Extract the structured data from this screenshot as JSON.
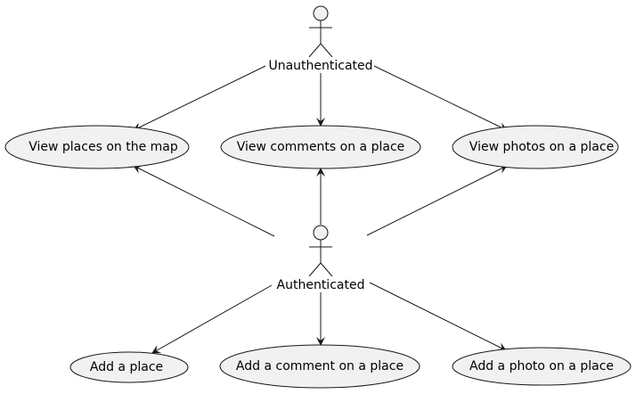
{
  "colors": {
    "usecase_fill": "#f1f1f1",
    "stroke": "#181818",
    "background": "#ffffff"
  },
  "actors": [
    {
      "id": "unauth",
      "label": "Unauthenticated"
    },
    {
      "id": "auth",
      "label": "Authenticated"
    }
  ],
  "use_cases": [
    {
      "id": "uc-view-map",
      "label": "View places on the map"
    },
    {
      "id": "uc-view-comments",
      "label": "View comments on a place"
    },
    {
      "id": "uc-view-photos",
      "label": "View photos on a place"
    },
    {
      "id": "uc-add-place",
      "label": "Add a place"
    },
    {
      "id": "uc-add-comment",
      "label": "Add a comment on a place"
    },
    {
      "id": "uc-add-photo",
      "label": "Add a photo on a place"
    }
  ],
  "associations": [
    {
      "from": "unauth",
      "to": "uc-view-map"
    },
    {
      "from": "unauth",
      "to": "uc-view-comments"
    },
    {
      "from": "unauth",
      "to": "uc-view-photos"
    },
    {
      "from": "auth",
      "to": "uc-view-map"
    },
    {
      "from": "auth",
      "to": "uc-view-comments"
    },
    {
      "from": "auth",
      "to": "uc-view-photos"
    },
    {
      "from": "auth",
      "to": "uc-add-place"
    },
    {
      "from": "auth",
      "to": "uc-add-comment"
    },
    {
      "from": "auth",
      "to": "uc-add-photo"
    }
  ]
}
